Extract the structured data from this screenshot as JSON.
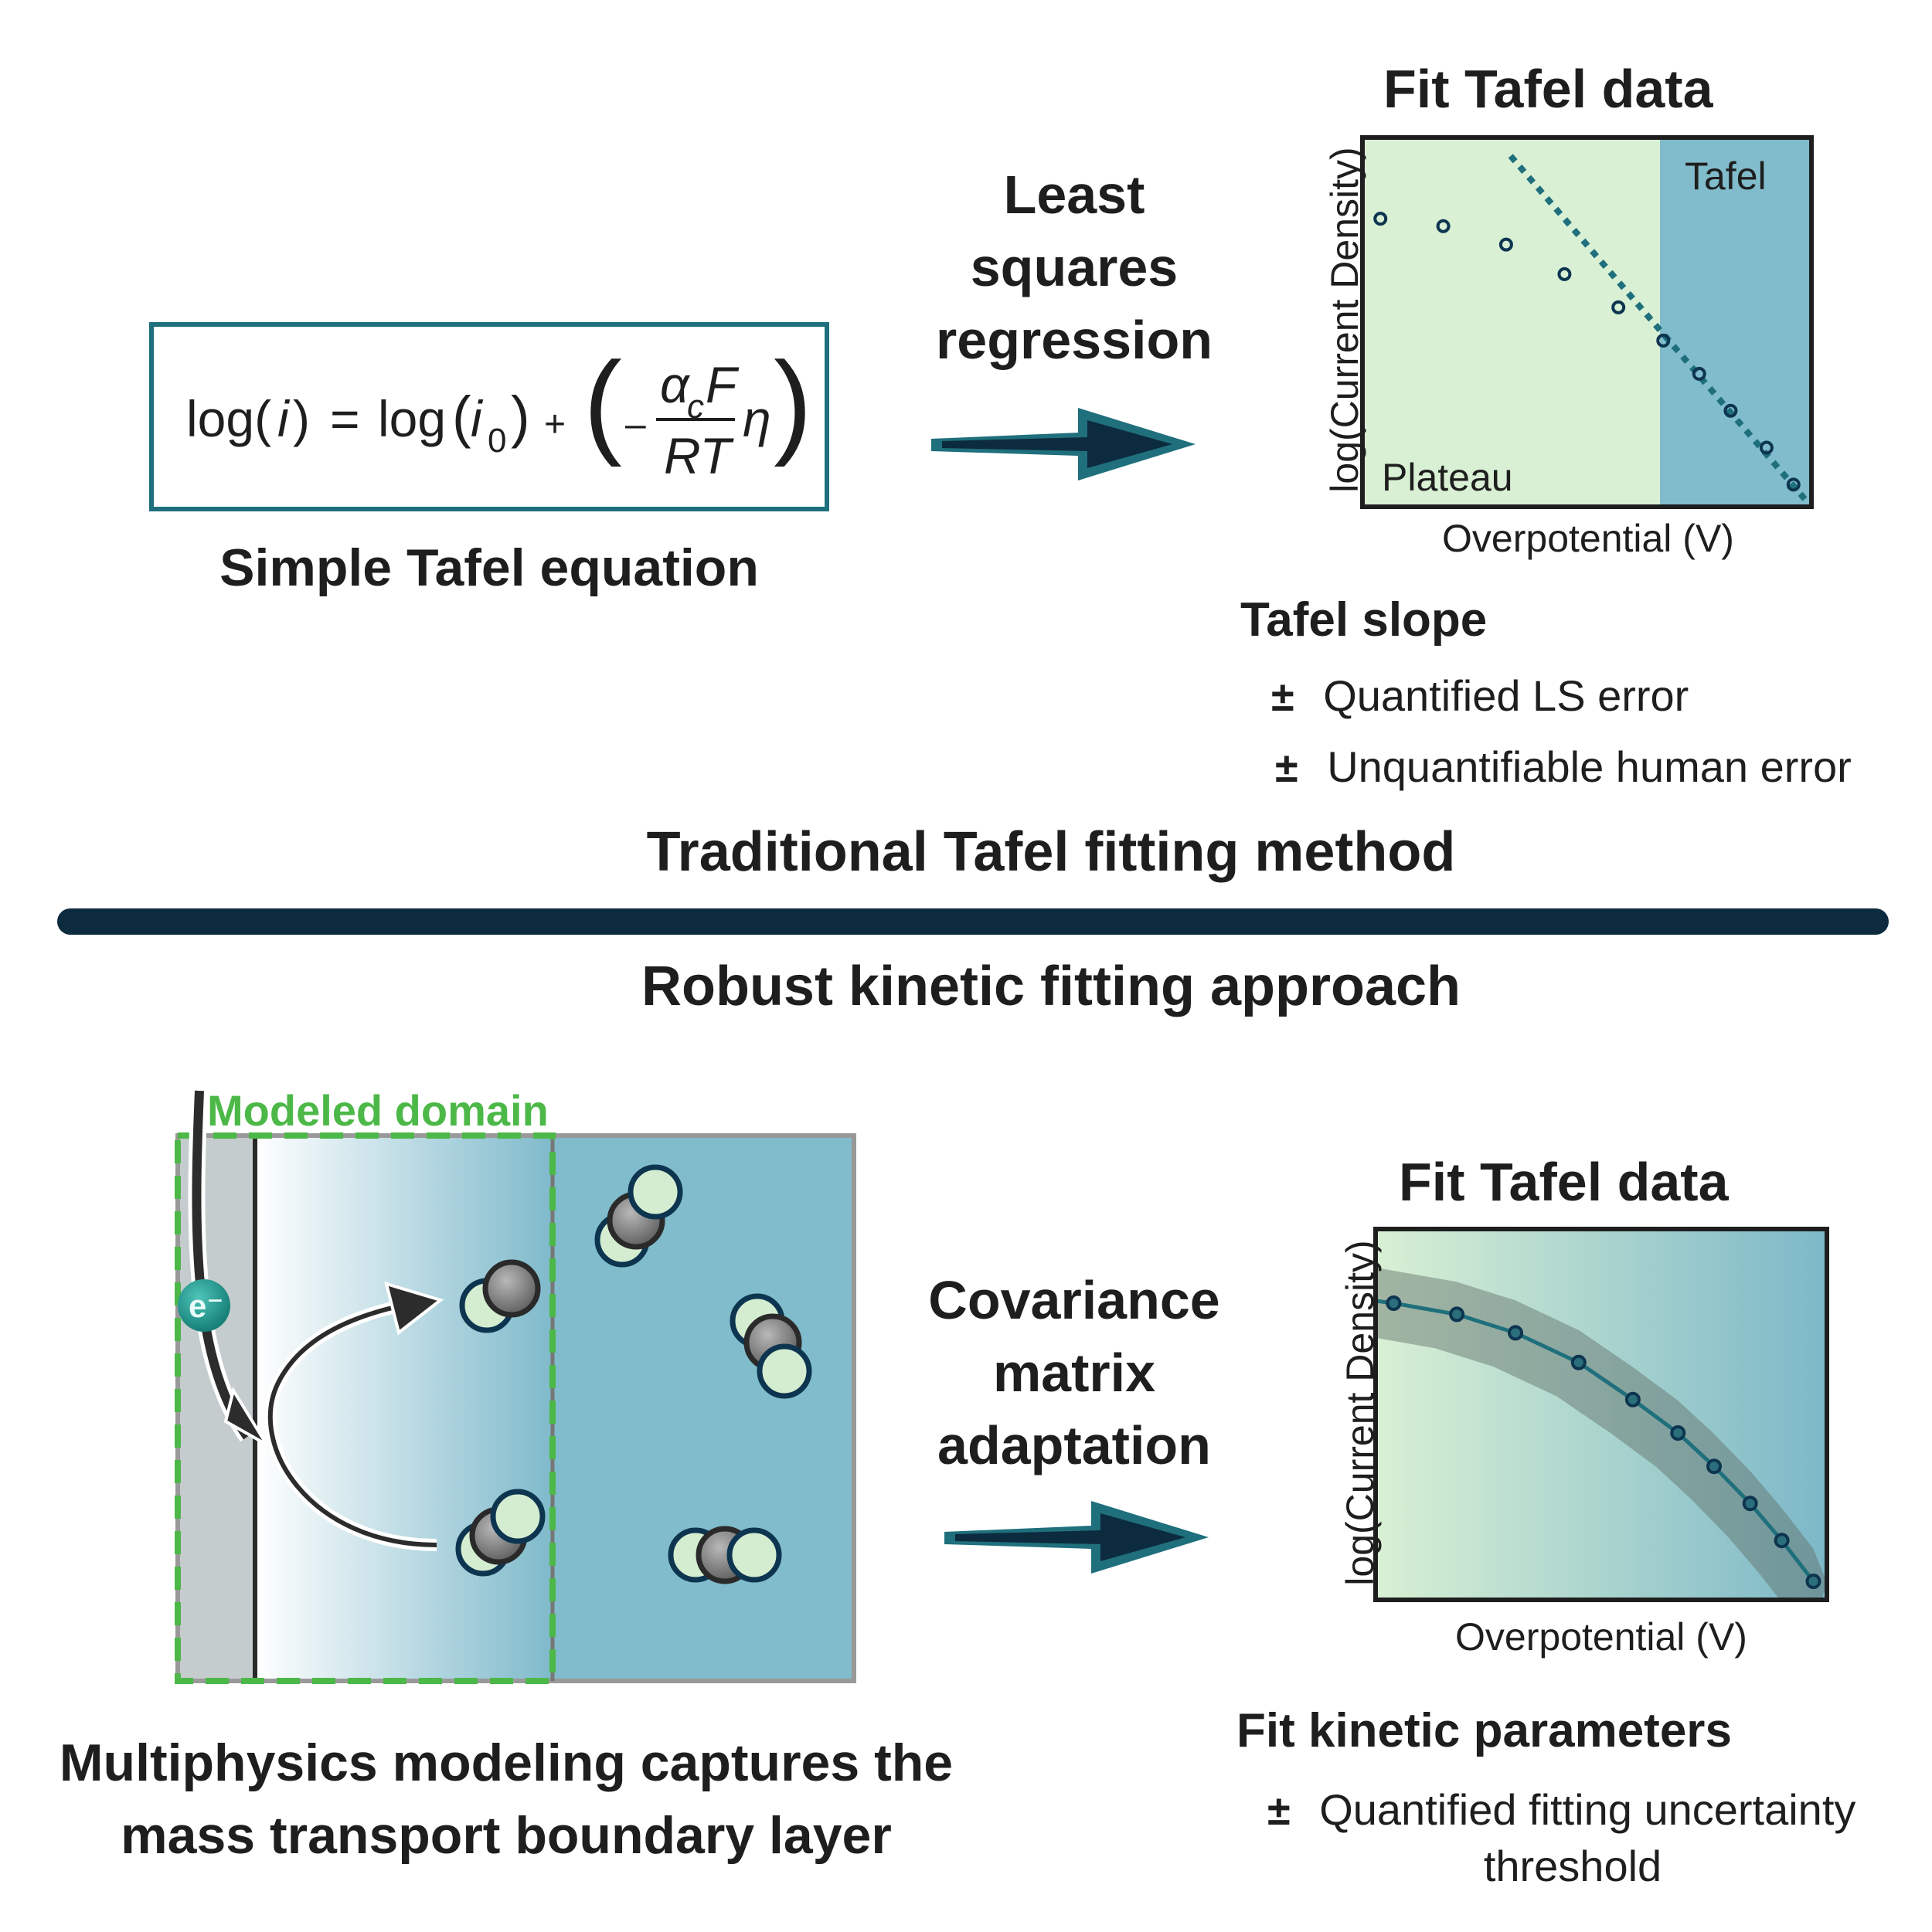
{
  "top": {
    "equation": {
      "lhs": "log(",
      "lhs_var": "i",
      "lhs_close": ")",
      "eq": "=",
      "log0": "log",
      "i0_var": "i",
      "i0_sub": "0",
      "plus": "+",
      "minus": "–",
      "alpha": "α",
      "alpha_sub": "c",
      "F": "F",
      "RT": "RT",
      "eta": "η"
    },
    "equation_caption": "Simple Tafel equation",
    "arrow_label": [
      "Least",
      "squares",
      "regression"
    ],
    "chart_title": "Fit Tafel data",
    "slope_heading": "Tafel slope",
    "slope_items": [
      {
        "symbol": "±",
        "text": "Quantified LS error"
      },
      {
        "symbol": "±",
        "text": "Unquantifiable human error"
      }
    ],
    "section_title": "Traditional Tafel fitting method"
  },
  "bottom": {
    "section_title": "Robust kinetic fitting approach",
    "modeled_domain_label": "Modeled domain",
    "electron_label": "e⁻",
    "arrow_label": [
      "Covariance",
      "matrix",
      "adaptation"
    ],
    "chart_title": "Fit Tafel data",
    "model_caption": [
      "Multiphysics modeling captures the",
      "mass transport boundary layer"
    ],
    "params_heading": "Fit kinetic parameters",
    "params_items": [
      {
        "symbol": "±",
        "text": "Quantified fitting uncertainty",
        "text2": "threshold"
      }
    ]
  },
  "colors": {
    "teal": "#1f6f7c",
    "navy": "#0d2b3e",
    "light_green": "#d9f0d4",
    "mid_blue": "#80bccb",
    "domain_green": "#4cb848",
    "electrode_gray": "#c5ccce"
  },
  "chart_data": [
    {
      "type": "scatter",
      "title": "Fit Tafel data",
      "xlabel": "Overpotential (V)",
      "ylabel": "log(Current Density)",
      "regions": [
        {
          "label": "Plateau",
          "x_range": [
            0,
            0.66
          ]
        },
        {
          "label": "Tafel",
          "x_range": [
            0.66,
            1.0
          ]
        }
      ],
      "x": [
        0.04,
        0.18,
        0.32,
        0.45,
        0.57,
        0.67,
        0.75,
        0.82,
        0.9,
        0.96
      ],
      "y": [
        0.78,
        0.76,
        0.71,
        0.63,
        0.54,
        0.45,
        0.36,
        0.26,
        0.16,
        0.06
      ],
      "fit_line": {
        "style": "dotted",
        "x": [
          0.33,
          1.0
        ],
        "y": [
          0.95,
          0.0
        ]
      },
      "xlim": [
        0,
        1
      ],
      "ylim": [
        0,
        1
      ],
      "grid": false
    },
    {
      "type": "scatter",
      "title": "Fit Tafel data",
      "xlabel": "Overpotential (V)",
      "ylabel": "log(Current Density)",
      "x": [
        0.04,
        0.18,
        0.31,
        0.45,
        0.57,
        0.67,
        0.75,
        0.83,
        0.9,
        0.97
      ],
      "y": [
        0.8,
        0.77,
        0.72,
        0.64,
        0.54,
        0.45,
        0.36,
        0.26,
        0.16,
        0.05
      ],
      "fit_curve": {
        "style": "solid"
      },
      "uncertainty_band": true,
      "xlim": [
        0,
        1
      ],
      "ylim": [
        0,
        1
      ],
      "grid": false
    }
  ]
}
